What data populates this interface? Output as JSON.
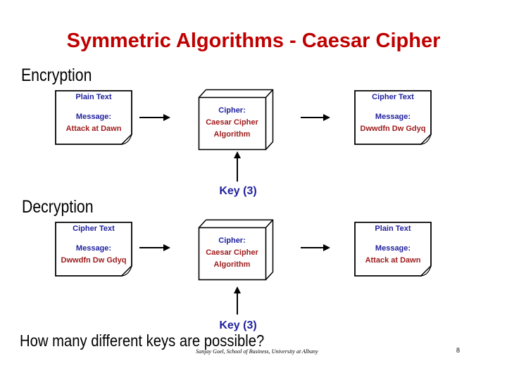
{
  "slide": {
    "title": "Symmetric Algorithms - Caesar Cipher",
    "question": "How many different keys are possible?",
    "footer_credit": "Sanjay Goel, School of Business, University at Albany",
    "page_number": "8"
  },
  "colors": {
    "title_red": "#C00000",
    "box_text_red": "#9E1A1A",
    "box_text_blue": "#1F1F9E",
    "heading_black": "#000000"
  },
  "icons": {
    "flow_arrow": "black-right-arrow",
    "key_arrow": "black-up-arrow",
    "note_shape": "page-with-folded-corner",
    "cipher_shape": "3d-cube-box"
  },
  "encryption": {
    "heading": "Encryption",
    "key_label": "Key (3)",
    "input_note": {
      "title": "Plain Text",
      "message_label": "Message:",
      "message_value": "Attack at Dawn"
    },
    "cipher_box": {
      "line1": "Cipher:",
      "line2": "Caesar Cipher",
      "line3": "Algorithm"
    },
    "output_note": {
      "title": "Cipher Text",
      "message_label": "Message:",
      "message_value": "Dwwdfn Dw Gdyq"
    }
  },
  "decryption": {
    "heading": "Decryption",
    "key_label": "Key (3)",
    "input_note": {
      "title": "Cipher Text",
      "message_label": "Message:",
      "message_value": "Dwwdfn Dw Gdyq"
    },
    "cipher_box": {
      "line1": "Cipher:",
      "line2": "Caesar Cipher",
      "line3": "Algorithm"
    },
    "output_note": {
      "title": "Plain Text",
      "message_label": "Message:",
      "message_value": "Attack at Dawn"
    }
  }
}
